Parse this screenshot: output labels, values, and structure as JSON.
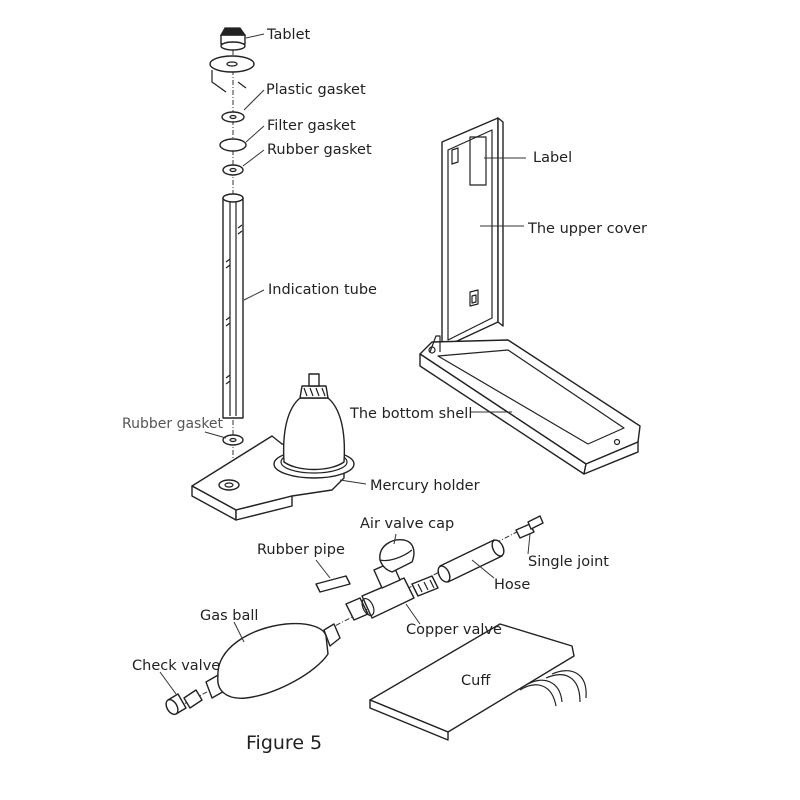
{
  "labels": {
    "tablet": "Tablet",
    "plastic_gasket": "Plastic gasket",
    "filter_gasket": "Filter gasket",
    "rubber_gasket_top": "Rubber gasket",
    "indication_tube": "Indication tube",
    "rubber_gasket_bottom": "Rubber gasket",
    "mercury_holder": "Mercury holder",
    "label": "Label",
    "upper_cover": "The upper cover",
    "bottom_shell": "The bottom shell",
    "air_valve_cap": "Air valve cap",
    "rubber_pipe": "Rubber pipe",
    "single_joint": "Single joint",
    "hose": "Hose",
    "gas_ball": "Gas ball",
    "copper_valve": "Copper valve",
    "check_valve": "Check valve",
    "cuff": "Cuff"
  },
  "caption": "Figure 5"
}
